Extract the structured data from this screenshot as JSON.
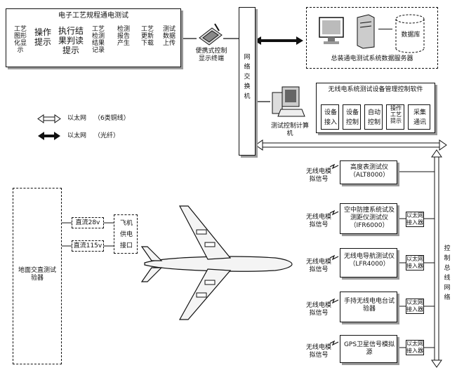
{
  "top_left_box": {
    "title": "电子工艺规程通电测试",
    "columns": [
      "工艺图形化显示",
      "操作提示",
      "执行结果判读提示",
      "工艺检测结果记录",
      "检测报告产生",
      "工艺更新下载",
      "测试数据上传"
    ]
  },
  "portable_terminal_label": "便携式控制显示终端",
  "network_switch_label": "网络交换机",
  "server_box": {
    "caption": "总装通电测试系统数据服务器",
    "db_label": "数据库"
  },
  "control_software": {
    "title": "无线电系统测试设备管理控制软件",
    "cells": [
      "设备接入",
      "设备控制",
      "自动控制",
      "操作工艺提示",
      "采集通讯"
    ]
  },
  "control_pc_label": "测试控制计算机",
  "legend": [
    {
      "symbol": "hollow-double-arrow",
      "label": "以太网",
      "note": "（6类铜线）"
    },
    {
      "symbol": "solid-double-arrow",
      "label": "以太网",
      "note": "（光纤）"
    }
  ],
  "ground_tester": "地面交直测试验器",
  "power": {
    "dc28": "直流28v",
    "dc115": "直流115v",
    "aircraft_port": "飞机供电接口"
  },
  "control_bus_label": "控制总线网络",
  "instruments": [
    {
      "name": "高度表测试仪（ALT8000）",
      "signal": "无线电模拟信号",
      "eth": ""
    },
    {
      "name": "空中防撞系统试及测距仪测试仪（IFR6000）",
      "signal": "无线电模拟信号",
      "eth": "以太网接入器"
    },
    {
      "name": "无线电导航测试仪（LFR4000）",
      "signal": "无线电模拟信号",
      "eth": "以太网接入器"
    },
    {
      "name": "手持无线电电台试验器",
      "signal": "无线电模拟信号",
      "eth": "以太网接入器"
    },
    {
      "name": "GPS卫星信号模拟源",
      "signal": "无线电模拟信号",
      "eth": "以太网接入器"
    }
  ]
}
